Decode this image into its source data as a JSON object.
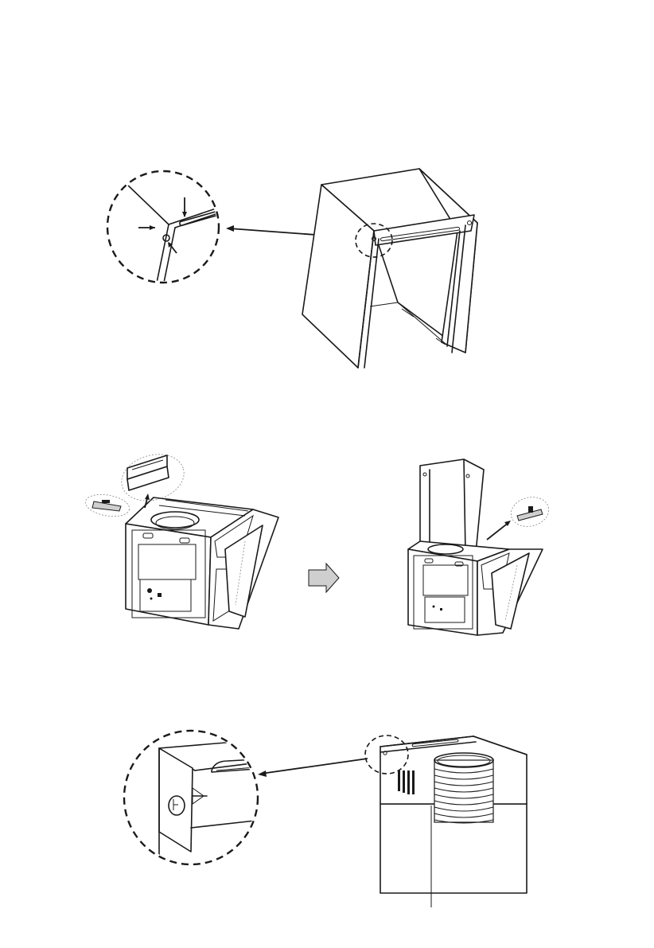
{
  "figure": {
    "steps": [
      {
        "id": "step-1",
        "callout_count": 1
      },
      {
        "id": "step-2",
        "callout_count": 2
      },
      {
        "id": "step-3",
        "callout_count": 1
      }
    ],
    "colors": {
      "line": "#1a1a1a",
      "fill": "#ffffff",
      "arrow_fill": "#cfcfcf"
    },
    "icons": [
      "magnifier-circle",
      "pointer-arrow",
      "right-block-arrow",
      "screw"
    ]
  }
}
